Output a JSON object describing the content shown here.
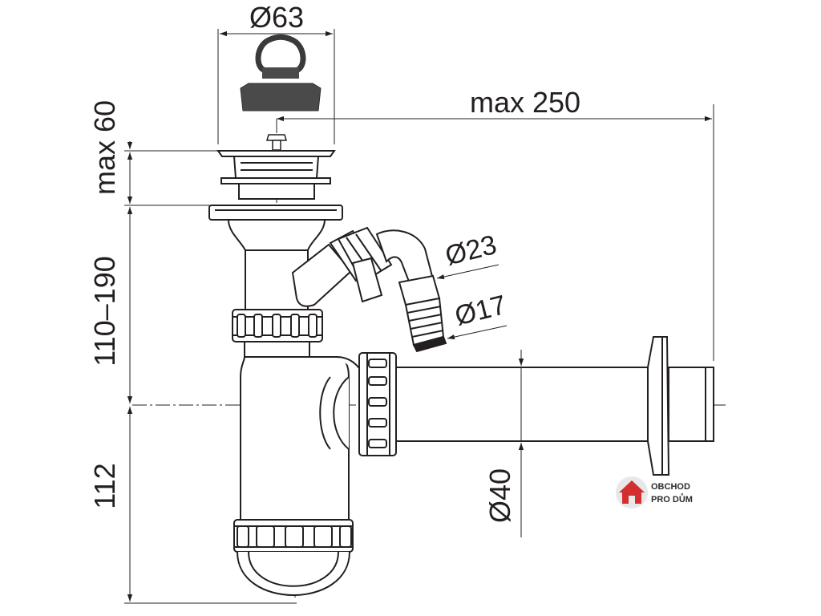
{
  "dimensions": {
    "diameter_top": "Ø63",
    "max_height": "max 60",
    "max_length": "max 250",
    "height_range": "110–190",
    "height_bottom": "112",
    "diameter_hose": "Ø23",
    "diameter_hose_tip": "Ø17",
    "diameter_pipe": "Ø40"
  },
  "logo": {
    "line1": "OBCHOD",
    "line2": "PRO DŮM",
    "icon": "house-icon",
    "color": "#d32f2f"
  },
  "colors": {
    "line": "#231f20",
    "fill": "#ffffff",
    "plug": "#4a4a4a"
  }
}
